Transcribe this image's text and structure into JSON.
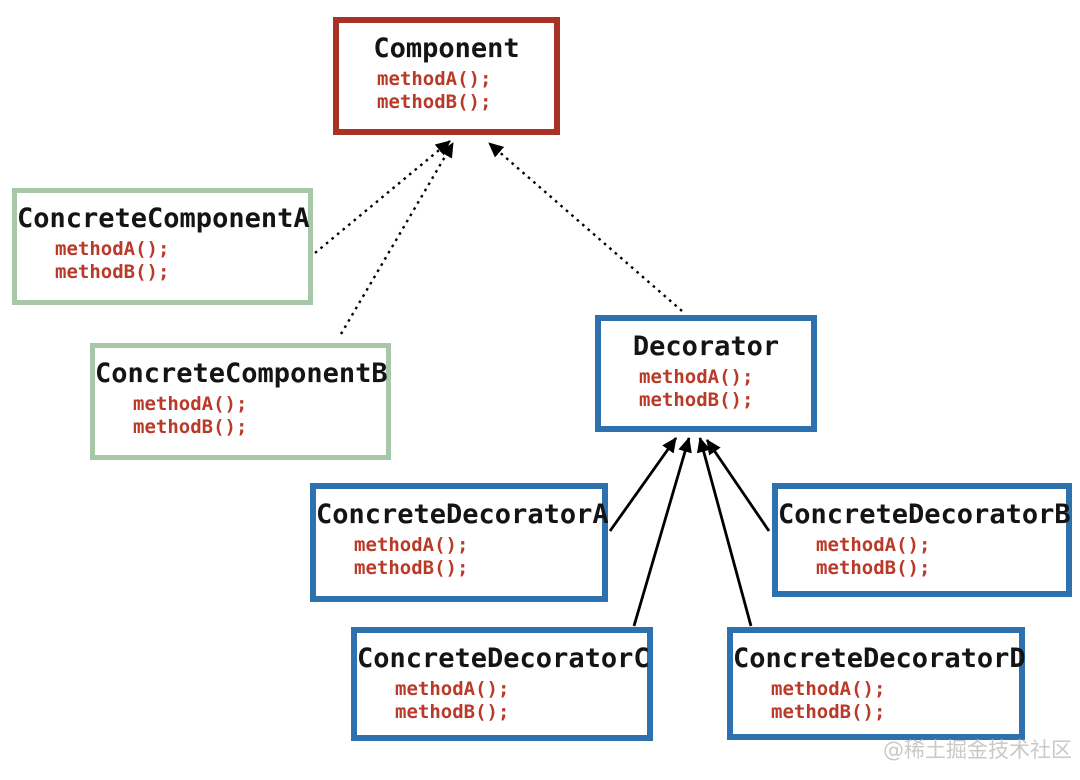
{
  "diagram": {
    "type": "uml-class-diagram",
    "pattern": "Decorator",
    "classes": [
      {
        "name": "Component",
        "methods": [
          "methodA();",
          "methodB();"
        ],
        "scheme": "red"
      },
      {
        "name": "ConcreteComponentA",
        "methods": [
          "methodA();",
          "methodB();"
        ],
        "scheme": "green"
      },
      {
        "name": "ConcreteComponentB",
        "methods": [
          "methodA();",
          "methodB();"
        ],
        "scheme": "green"
      },
      {
        "name": "Decorator",
        "methods": [
          "methodA();",
          "methodB();"
        ],
        "scheme": "blue"
      },
      {
        "name": "ConcreteDecoratorA",
        "methods": [
          "methodA();",
          "methodB();"
        ],
        "scheme": "blue"
      },
      {
        "name": "ConcreteDecoratorB",
        "methods": [
          "methodA();",
          "methodB();"
        ],
        "scheme": "blue"
      },
      {
        "name": "ConcreteDecoratorC",
        "methods": [
          "methodA();",
          "methodB();"
        ],
        "scheme": "blue"
      },
      {
        "name": "ConcreteDecoratorD",
        "methods": [
          "methodA();",
          "methodB();"
        ],
        "scheme": "blue"
      }
    ],
    "relationships": [
      {
        "from": "ConcreteComponentA",
        "to": "Component",
        "style": "dotted"
      },
      {
        "from": "ConcreteComponentB",
        "to": "Component",
        "style": "dotted"
      },
      {
        "from": "Decorator",
        "to": "Component",
        "style": "dotted"
      },
      {
        "from": "ConcreteDecoratorA",
        "to": "Decorator",
        "style": "solid"
      },
      {
        "from": "ConcreteDecoratorB",
        "to": "Decorator",
        "style": "solid"
      },
      {
        "from": "ConcreteDecoratorC",
        "to": "Decorator",
        "style": "solid"
      },
      {
        "from": "ConcreteDecoratorD",
        "to": "Decorator",
        "style": "solid"
      }
    ],
    "colors": {
      "red_border": "#a93226",
      "green_border": "#a7c7a9",
      "blue_border": "#2d72ae",
      "title_text": "#141414",
      "method_text": "#b93a28",
      "arrow": "#000000",
      "watermark_text": "#c3c3c3",
      "background": "#ffffff"
    },
    "watermark": "@稀土掘金技术社区"
  }
}
